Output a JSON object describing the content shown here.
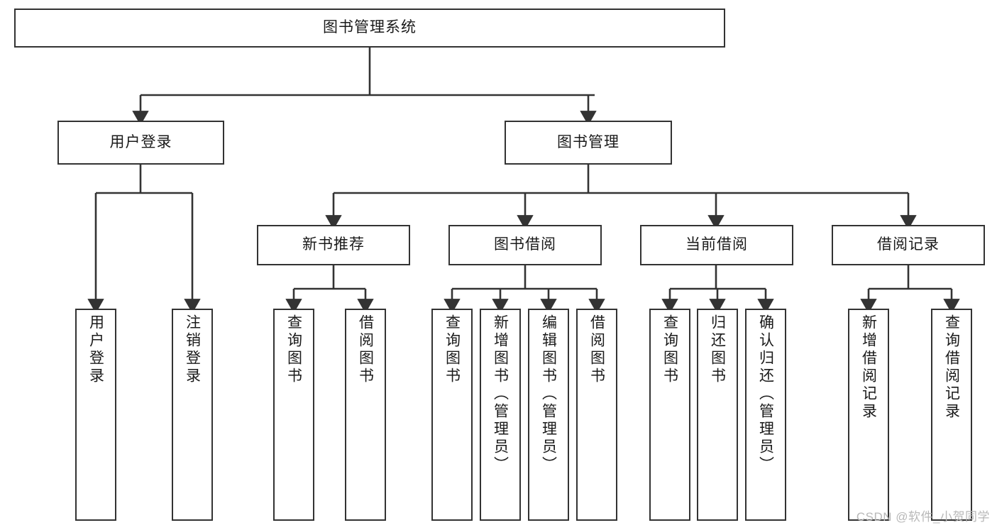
{
  "diagram": {
    "type": "tree",
    "title": "图书管理系统",
    "orientation": "top-down",
    "colors": {
      "box_stroke": "#333333",
      "box_fill": "#ffffff",
      "connector": "#333333",
      "text": "#1a1a1a",
      "watermark": "#b8b8b8",
      "background": "#ffffff"
    },
    "nodes": {
      "root": {
        "label": "图书管理系统",
        "level": 1,
        "text_direction": "horizontal"
      },
      "l2": [
        {
          "id": "user-login",
          "label": "用户登录",
          "level": 2,
          "text_direction": "horizontal"
        },
        {
          "id": "book-manage",
          "label": "图书管理",
          "level": 2,
          "text_direction": "horizontal"
        }
      ],
      "l3": [
        {
          "id": "new-book-rec",
          "label": "新书推荐",
          "level": 3,
          "text_direction": "horizontal",
          "parent": "book-manage"
        },
        {
          "id": "book-borrow",
          "label": "图书借阅",
          "level": 3,
          "text_direction": "horizontal",
          "parent": "book-manage"
        },
        {
          "id": "current-borrow",
          "label": "当前借阅",
          "level": 3,
          "text_direction": "horizontal",
          "parent": "book-manage"
        },
        {
          "id": "borrow-record",
          "label": "借阅记录",
          "level": 3,
          "text_direction": "horizontal",
          "parent": "book-manage"
        }
      ],
      "leaves": [
        {
          "id": "leaf-user-login",
          "label": "用户登录",
          "parent": "user-login",
          "text_direction": "vertical"
        },
        {
          "id": "leaf-user-logout",
          "label": "注销登录",
          "parent": "user-login",
          "text_direction": "vertical"
        },
        {
          "id": "leaf-rec-query",
          "label": "查询图书",
          "parent": "new-book-rec",
          "text_direction": "vertical"
        },
        {
          "id": "leaf-rec-borrow",
          "label": "借阅图书",
          "parent": "new-book-rec",
          "text_direction": "vertical"
        },
        {
          "id": "leaf-borrow-query",
          "label": "查询图书",
          "parent": "book-borrow",
          "text_direction": "vertical"
        },
        {
          "id": "leaf-borrow-add",
          "label": "新增图书（管理员）",
          "parent": "book-borrow",
          "text_direction": "vertical"
        },
        {
          "id": "leaf-borrow-edit",
          "label": "编辑图书（管理员）",
          "parent": "book-borrow",
          "text_direction": "vertical"
        },
        {
          "id": "leaf-borrow-do",
          "label": "借阅图书",
          "parent": "book-borrow",
          "text_direction": "vertical"
        },
        {
          "id": "leaf-cur-query",
          "label": "查询图书",
          "parent": "current-borrow",
          "text_direction": "vertical"
        },
        {
          "id": "leaf-cur-return",
          "label": "归还图书",
          "parent": "current-borrow",
          "text_direction": "vertical"
        },
        {
          "id": "leaf-cur-confirm",
          "label": "确认归还（管理员）",
          "parent": "current-borrow",
          "text_direction": "vertical"
        },
        {
          "id": "leaf-rec-add",
          "label": "新增借阅记录",
          "parent": "borrow-record",
          "text_direction": "vertical"
        },
        {
          "id": "leaf-rec-search",
          "label": "查询借阅记录",
          "parent": "borrow-record",
          "text_direction": "vertical"
        }
      ]
    }
  },
  "watermark": {
    "text": "CSDN @软件_小贺同学"
  }
}
